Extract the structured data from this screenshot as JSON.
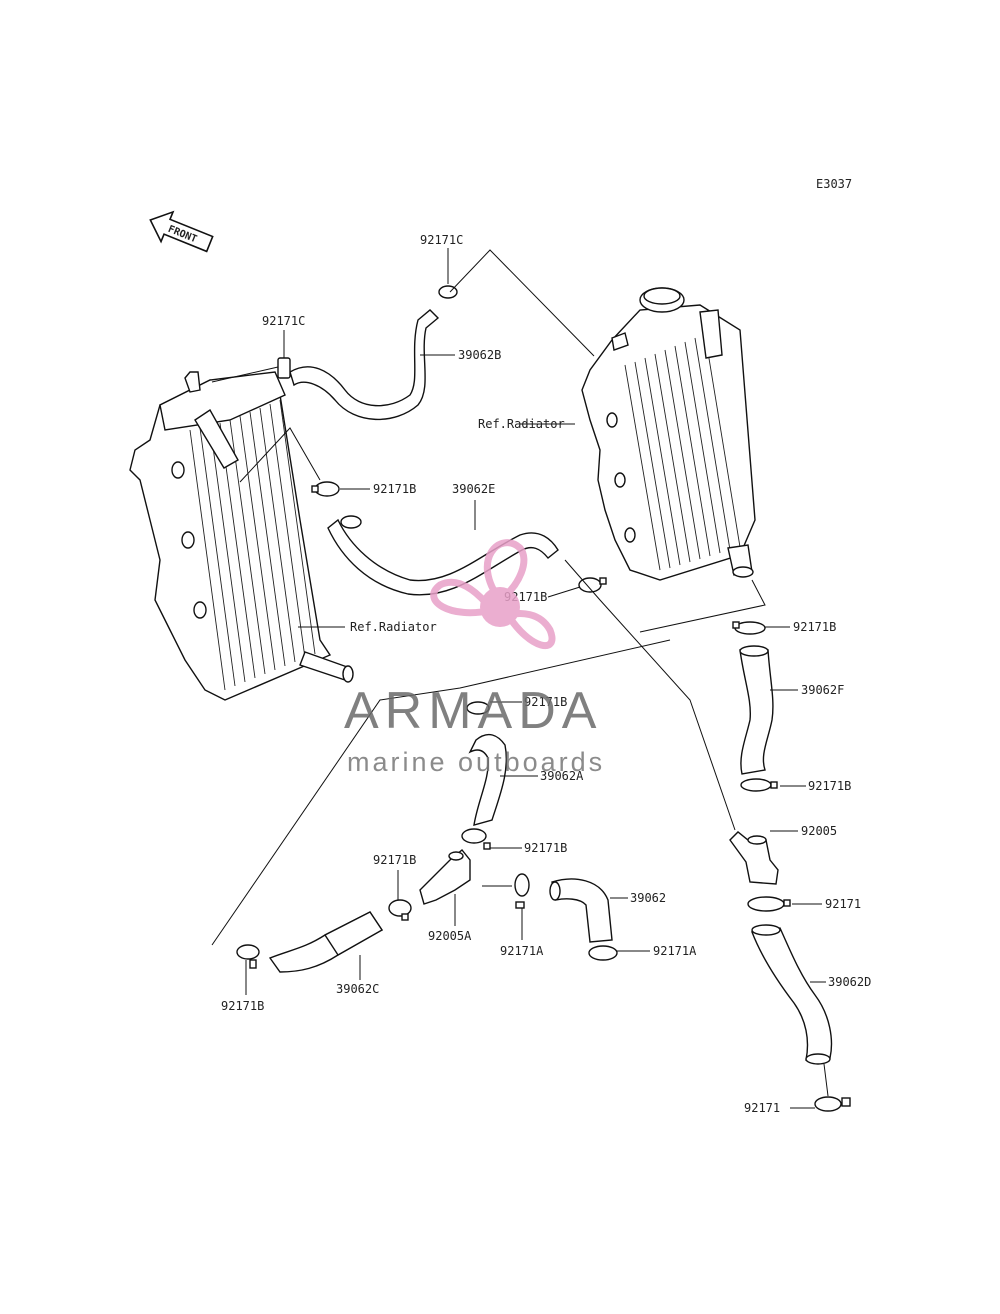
{
  "diagram": {
    "code": "E3037",
    "front_label": "FRONT",
    "labels": {
      "p92171C_top": "92171C",
      "p92171C_left": "92171C",
      "p39062B": "39062B",
      "ref_radiator_right": "Ref.Radiator",
      "p92171B_a": "92171B",
      "p39062E": "39062E",
      "p92171B_b": "92171B",
      "ref_radiator_left": "Ref.Radiator",
      "p92171B_c": "92171B",
      "p39062F": "39062F",
      "p92171B_d": "92171B",
      "p39062A": "39062A",
      "p92171B_e": "92171B",
      "p92005": "92005",
      "p92171B_f": "92171B",
      "p92171_a": "92171",
      "p39062": "39062",
      "p92005A": "92005A",
      "p92171A_a": "92171A",
      "p92171A_b": "92171A",
      "p39062D": "39062D",
      "p92171B_g": "92171B",
      "p39062C": "39062C",
      "p92171_b": "92171"
    }
  },
  "watermark": {
    "brand": "ARMADA",
    "tagline": "marine outboards",
    "accent_color": "#e8a0c8"
  }
}
